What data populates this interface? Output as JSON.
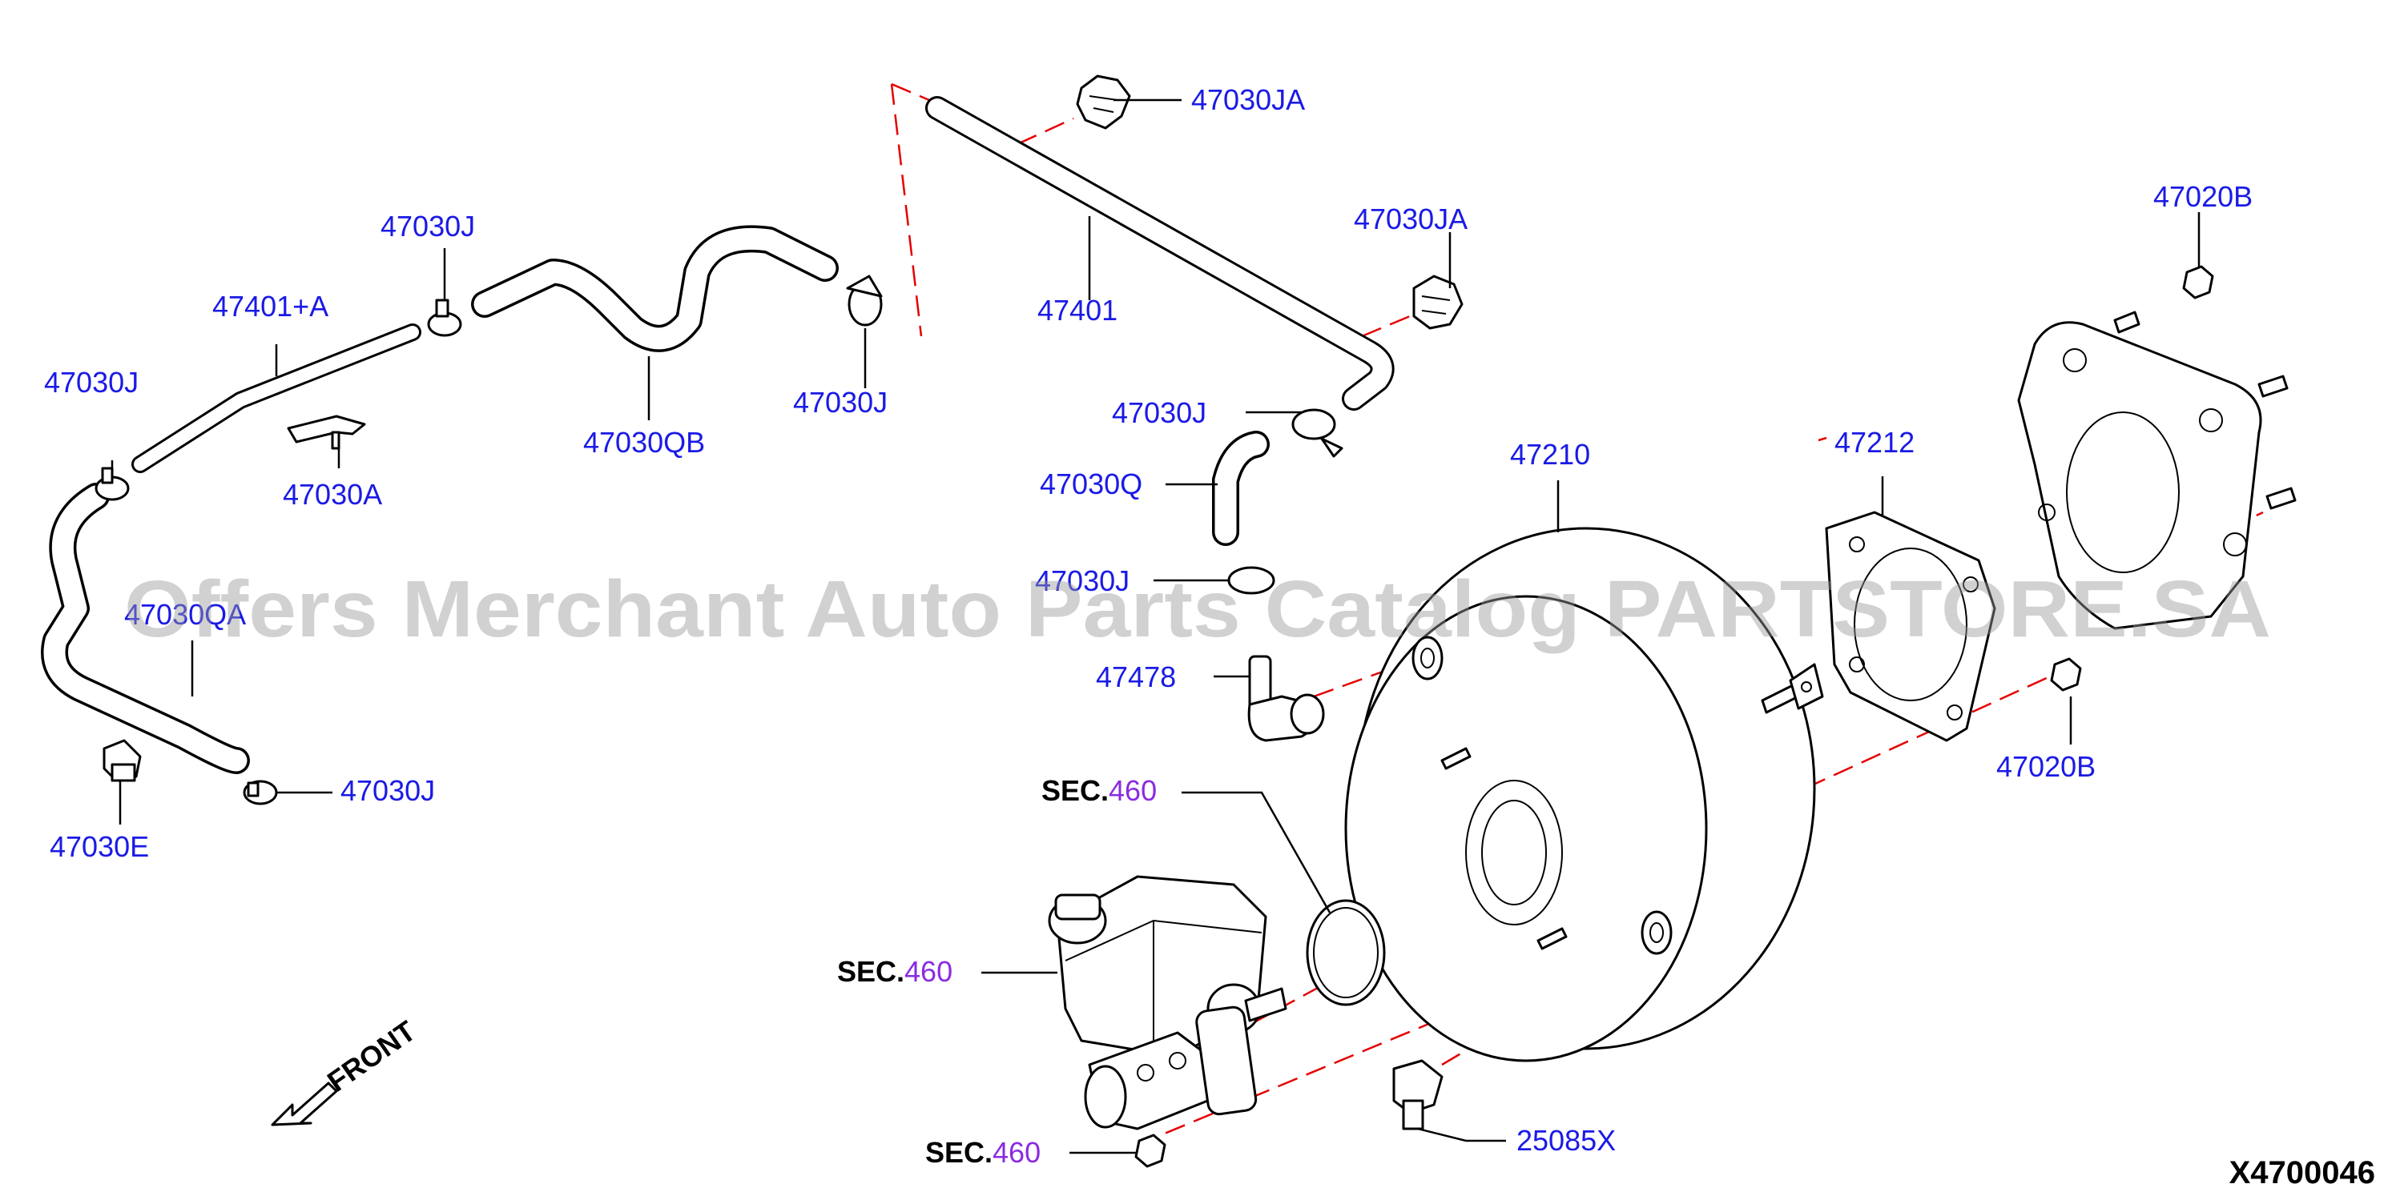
{
  "diagram_code": "X4700046",
  "watermark": "Offers Merchant Auto Parts Catalog PARTSTORE.SA",
  "front_label": "FRONT",
  "sec_prefix": "SEC.",
  "sec_number": "460",
  "labels": {
    "p47030JA_top": "47030JA",
    "p47030JA_mid": "47030JA",
    "p47020B_top": "47020B",
    "p47020B_bottom": "47020B",
    "p47030J_a": "47030J",
    "p47401A": "47401+A",
    "p47030J_b": "47030J",
    "p47030QB": "47030QB",
    "p47030J_c": "47030J",
    "p47401": "47401",
    "p47030A": "47030A",
    "p47030QA": "47030QA",
    "p47030J_d": "47030J",
    "p47030E": "47030E",
    "p47030J_e": "47030J",
    "p47030Q": "47030Q",
    "p47030J_f": "47030J",
    "p47210": "47210",
    "p47212": "47212",
    "p47478": "47478",
    "p25085X": "25085X"
  },
  "colors": {
    "part_number": "#1a1ae6",
    "section_number": "#8a2be2",
    "dashed_line": "#e60000"
  }
}
